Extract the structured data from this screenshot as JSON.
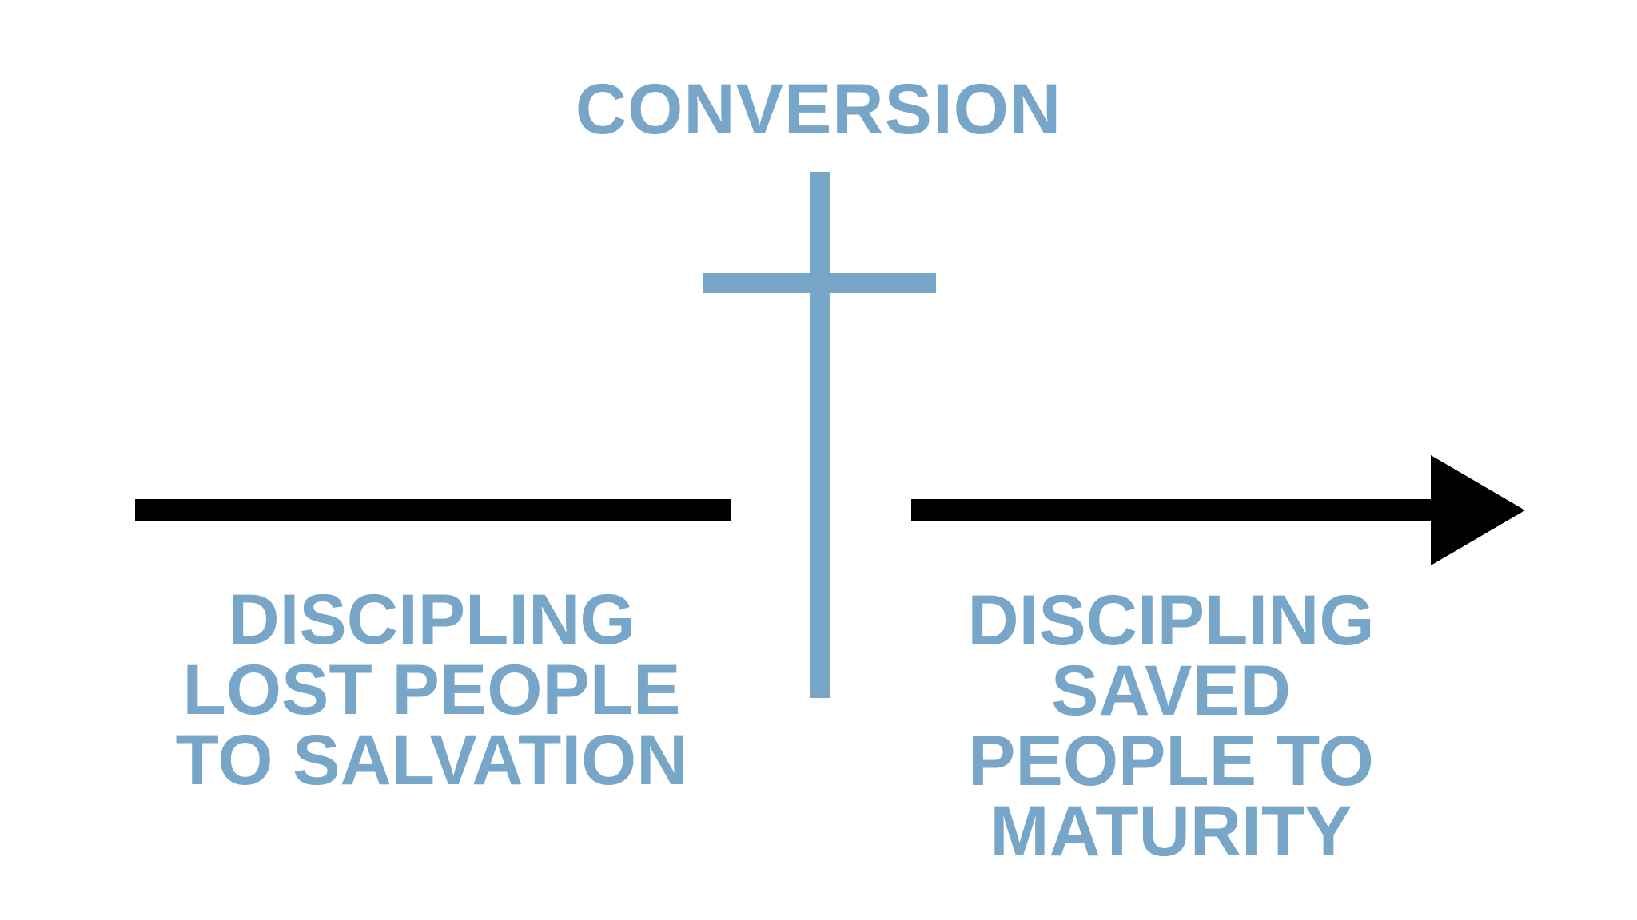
{
  "diagram": {
    "title": "CONVERSION",
    "left_label": {
      "lines": [
        "DISCIPLING",
        "LOST PEOPLE",
        "TO SALVATION"
      ]
    },
    "right_label": {
      "lines": [
        "DISCIPLING",
        "SAVED",
        "PEOPLE TO",
        "MATURITY"
      ]
    },
    "icons": {
      "cross": "christian-cross-icon",
      "left_segment": "timeline-line-left",
      "right_segment": "arrow-right"
    },
    "colors": {
      "accent_blue": "#78a6c8",
      "arrow_black": "#000000",
      "background": "#ffffff"
    }
  }
}
